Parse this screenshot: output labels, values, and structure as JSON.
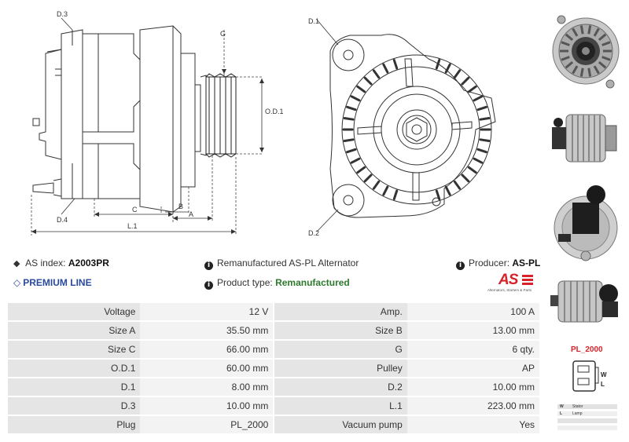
{
  "diagram_labels": {
    "d3": "D.3",
    "d4": "D.4",
    "g": "G",
    "od1": "O.D.1",
    "b": "B",
    "c": "C",
    "a": "A",
    "l1": "L.1",
    "d1": "D.1",
    "d2": "D.2"
  },
  "info": {
    "as_index_label": "AS index:",
    "as_index_value": "A2003PR",
    "description": "Remanufactured AS-PL Alternator",
    "producer_label": "Producer:",
    "producer_value": "AS-PL",
    "premium_line": "PREMIUM LINE",
    "product_type_label": "Product type:",
    "product_type_value": "Remanufactured",
    "logo_text": "AS",
    "logo_tagline": "Alternators, Starters & Parts"
  },
  "specs": [
    {
      "l1": "Voltage",
      "v1": "12 V",
      "l2": "Amp.",
      "v2": "100 A"
    },
    {
      "l1": "Size A",
      "v1": "35.50 mm",
      "l2": "Size B",
      "v2": "13.00 mm"
    },
    {
      "l1": "Size C",
      "v1": "66.00 mm",
      "l2": "G",
      "v2": "6 qty."
    },
    {
      "l1": "O.D.1",
      "v1": "60.00 mm",
      "l2": "Pulley",
      "v2": "AP"
    },
    {
      "l1": "D.1",
      "v1": "8.00 mm",
      "l2": "D.2",
      "v2": "10.00 mm"
    },
    {
      "l1": "D.3",
      "v1": "10.00 mm",
      "l2": "L.1",
      "v2": "223.00 mm"
    },
    {
      "l1": "Plug",
      "v1": "PL_2000",
      "l2": "Vacuum pump",
      "v2": "Yes"
    }
  ],
  "plug": {
    "name": "PL_2000",
    "pin_w": "W",
    "pin_l": "L",
    "legend": [
      {
        "code": "W",
        "desc": "Stator"
      },
      {
        "code": "L",
        "desc": "Lamp"
      },
      {
        "code": "",
        "desc": ""
      },
      {
        "code": "",
        "desc": ""
      }
    ]
  },
  "colors": {
    "accent_red": "#d6232a",
    "premium_blue": "#2a4a9c",
    "green": "#2d7a2d"
  }
}
